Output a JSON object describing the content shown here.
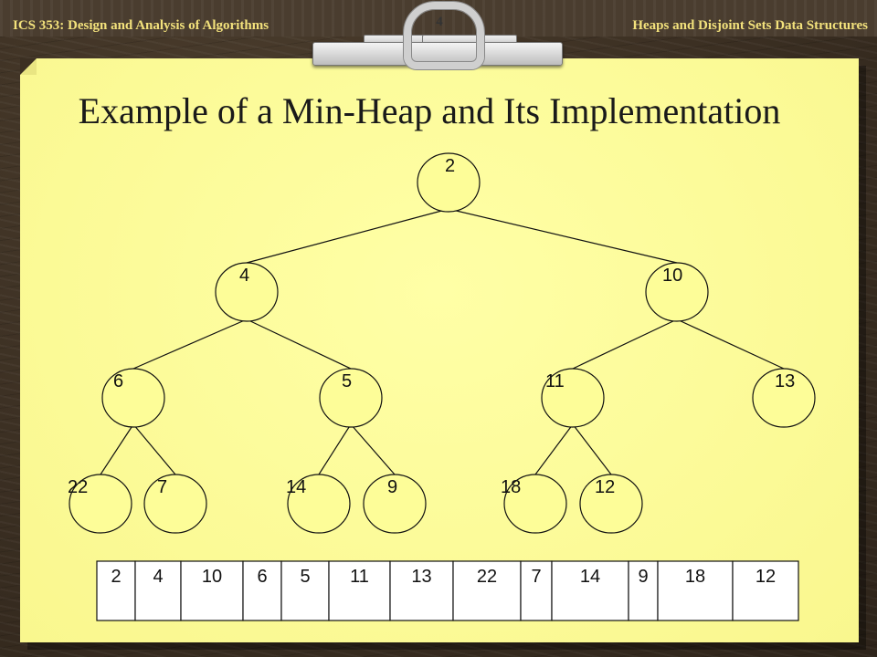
{
  "header": {
    "course": "ICS 353: Design and Analysis of Algorithms",
    "page_number": "4",
    "topic": "Heaps and Disjoint Sets Data Structures"
  },
  "slide": {
    "title": "Example of a Min-Heap and Its Implementation"
  },
  "heap": {
    "nodes": [
      {
        "id": "n1",
        "value": "2"
      },
      {
        "id": "n2",
        "value": "4"
      },
      {
        "id": "n3",
        "value": "10"
      },
      {
        "id": "n4",
        "value": "6"
      },
      {
        "id": "n5",
        "value": "5"
      },
      {
        "id": "n6",
        "value": "11"
      },
      {
        "id": "n7",
        "value": "13"
      },
      {
        "id": "n8",
        "value": "22"
      },
      {
        "id": "n9",
        "value": "7"
      },
      {
        "id": "n10",
        "value": "14"
      },
      {
        "id": "n11",
        "value": "9"
      },
      {
        "id": "n12",
        "value": "18"
      },
      {
        "id": "n13",
        "value": "12"
      }
    ],
    "edges": [
      [
        "n1",
        "n2"
      ],
      [
        "n1",
        "n3"
      ],
      [
        "n2",
        "n4"
      ],
      [
        "n2",
        "n5"
      ],
      [
        "n3",
        "n6"
      ],
      [
        "n3",
        "n7"
      ],
      [
        "n4",
        "n8"
      ],
      [
        "n4",
        "n9"
      ],
      [
        "n5",
        "n10"
      ],
      [
        "n5",
        "n11"
      ],
      [
        "n6",
        "n12"
      ],
      [
        "n6",
        "n13"
      ]
    ]
  },
  "array": {
    "cells": [
      "2",
      "4",
      "10",
      "6",
      "5",
      "11",
      "13",
      "22",
      "7",
      "14",
      "9",
      "18",
      "12"
    ]
  },
  "colors": {
    "note": "#fdfd98",
    "header_text": "#f3e27c",
    "ink": "#111111"
  }
}
